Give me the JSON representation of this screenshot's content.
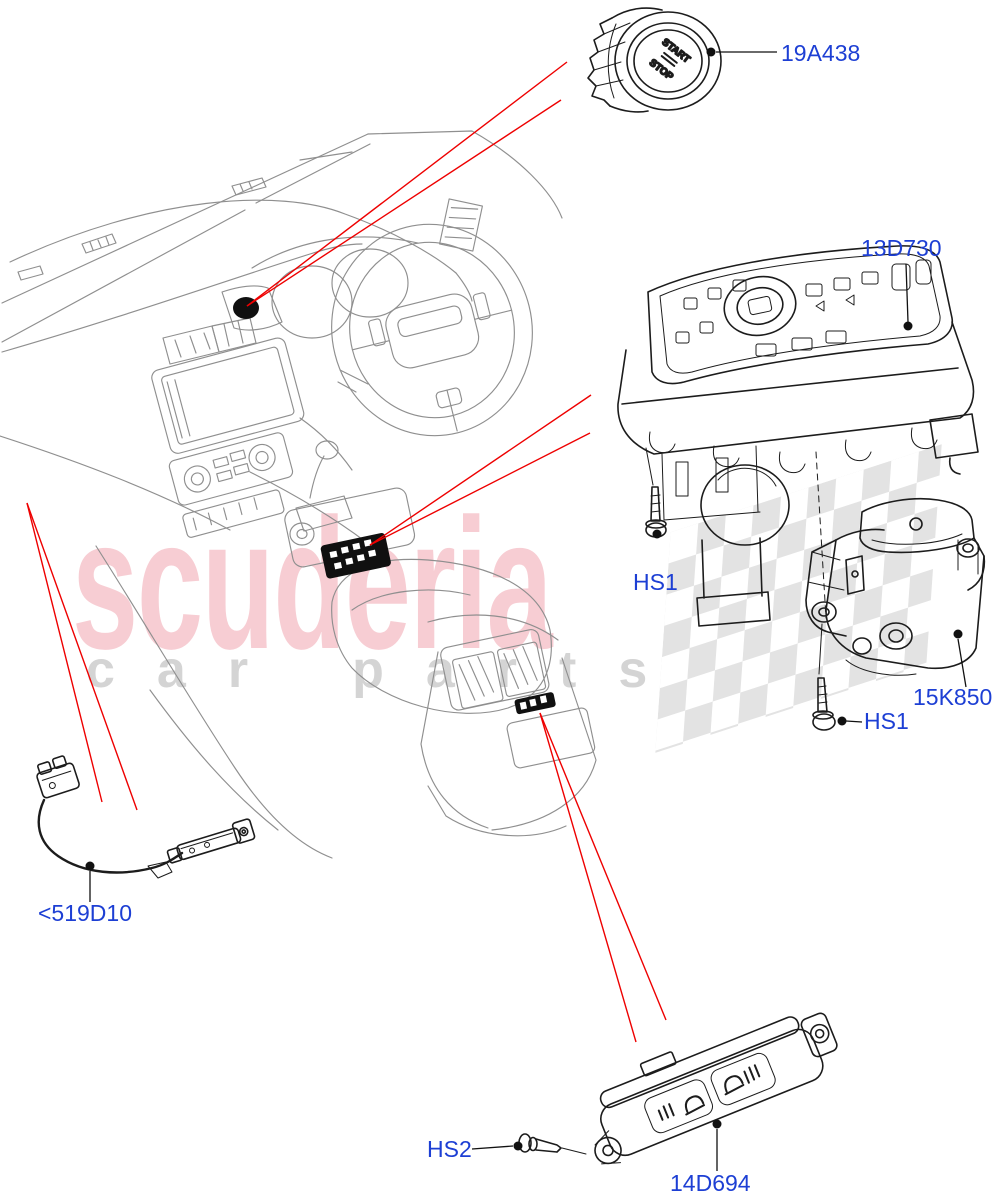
{
  "watermark": {
    "brand": "scuderia",
    "tagline_left": "car",
    "tagline_right": "parts"
  },
  "part_labels": {
    "start_stop_switch": "19A438",
    "console_switch_module": "13D730",
    "screw_top": "HS1",
    "control_module": "15K850",
    "screw_mid": "HS1",
    "antenna_cable": "<519D10",
    "screw_bottom": "HS2",
    "seat_heat_switch": "14D694"
  },
  "button_text": {
    "top": "START",
    "bottom": "STOP"
  },
  "colors": {
    "label": "#1d3fd4",
    "callout": "#ee0000",
    "watermark": "rgba(222,47,72,0.24)",
    "checker": "#dcdcdc",
    "checker_text": "#d4d4d4",
    "vehicle_line": "#8f8f8f",
    "part_line": "#1c1c1c"
  }
}
